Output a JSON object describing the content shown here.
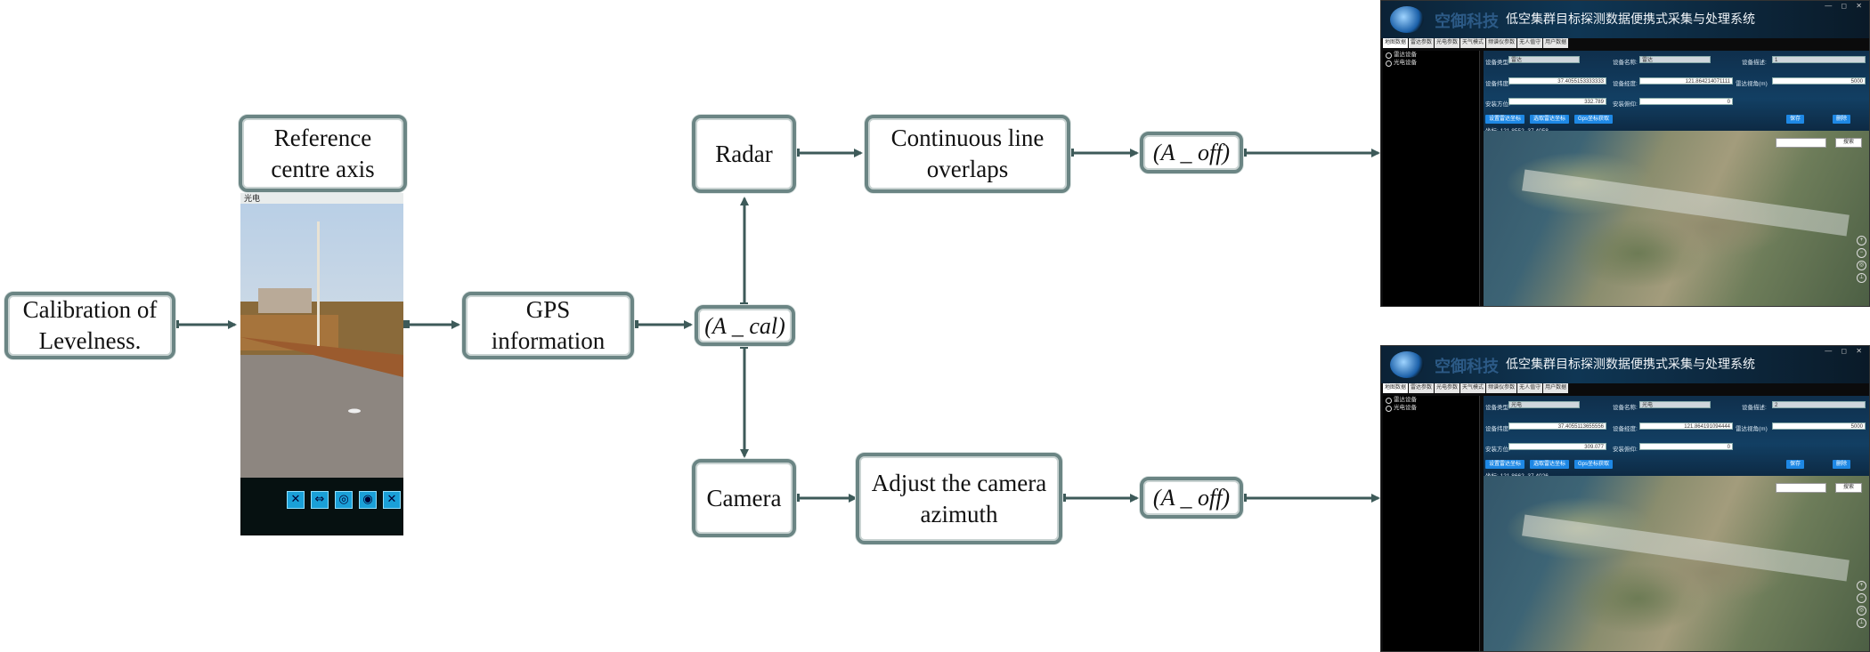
{
  "flow": {
    "levelness": "Calibration of\nLevelness.",
    "reference": "Reference\ncentre axis",
    "gps": "GPS\ninformation",
    "a_cal": "(A _ cal)",
    "radar": "Radar",
    "overlaps": "Continuous line\noverlaps",
    "a_off_top": "(A _ off)",
    "camera": "Camera",
    "adjust": "Adjust the camera\nazimuth",
    "a_off_bottom": "(A _ off)"
  },
  "phone": {
    "header": "光电",
    "buttons": [
      "crosshair-icon",
      "move-icon",
      "camera-icon",
      "aperture-icon",
      "crosshair-icon"
    ]
  },
  "apps": [
    {
      "brand": "空御科技",
      "title": "低空集群目标探测数据便携式采集与处理系统",
      "window_controls": "— ◻ ✕",
      "tabs": [
        "地图数据",
        "雷达参数",
        "光电参数",
        "天气模式",
        "频谱仪参数",
        "无人值守",
        "用户数据"
      ],
      "tree": [
        "雷达设备",
        "光电设备"
      ],
      "labels": {
        "type": "设备类型:",
        "name": "设备名称:",
        "desc": "设备描述:",
        "lon": "设备纬度:",
        "lat": "设备经度:",
        "range": "雷达视角(m)",
        "azimuth": "安装方位:",
        "tilt": "安装俯仰:"
      },
      "fields": {
        "type": "雷达",
        "name": "雷达",
        "desc": "1",
        "lon": "37.4055153333333",
        "lat": "121.864214071111",
        "range": "5000",
        "azimuth": "332.789",
        "tilt": "0"
      },
      "buttons": [
        "设置雷达坐标",
        "选取雷达坐标",
        "Gps坐标获取",
        "保存",
        "删除"
      ],
      "coords": "坐标: 121.8552, 37.4058",
      "search_btn": "搜索"
    },
    {
      "brand": "空御科技",
      "title": "低空集群目标探测数据便携式采集与处理系统",
      "window_controls": "— ◻ ✕",
      "tabs": [
        "地图数据",
        "雷达参数",
        "光电参数",
        "天气模式",
        "频谱仪参数",
        "无人值守",
        "用户数据"
      ],
      "tree": [
        "雷达设备",
        "光电设备"
      ],
      "labels": {
        "type": "设备类型:",
        "name": "设备名称:",
        "desc": "设备描述:",
        "lon": "设备纬度:",
        "lat": "设备经度:",
        "range": "雷达视角(m)",
        "azimuth": "安装方位:",
        "tilt": "安装俯仰:"
      },
      "fields": {
        "type": "光电",
        "name": "光电",
        "desc": "2",
        "lon": "37.4055113655556",
        "lat": "121.864191094444",
        "range": "5000",
        "azimuth": "309.077",
        "tilt": "0"
      },
      "buttons": [
        "设置雷达坐标",
        "选取雷达坐标",
        "Gps坐标获取",
        "保存",
        "删除"
      ],
      "coords": "坐标: 121.8662, 37.4026",
      "search_btn": "搜索"
    }
  ]
}
